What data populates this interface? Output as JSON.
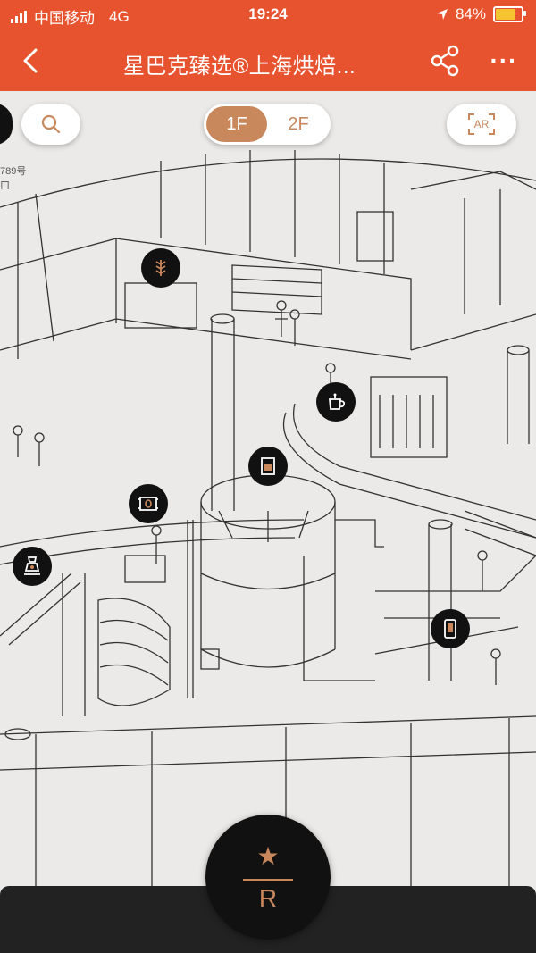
{
  "status_bar": {
    "carrier": "中国移动",
    "network": "4G",
    "time": "19:24",
    "battery": "84%",
    "battery_level": 0.84
  },
  "nav": {
    "title": "星巴克臻选®上海烘焙...",
    "back_icon": "chevron-left-icon",
    "share_icon": "share-icon",
    "more_icon": "more-icon",
    "more_glyph": "···"
  },
  "map_controls": {
    "search_icon": "search-icon",
    "floors": [
      "1F",
      "2F"
    ],
    "selected_floor": "1F",
    "ar_label": "AR",
    "side_address": "789号",
    "side_address_sub": "口"
  },
  "pois": [
    {
      "icon": "wheat-icon"
    },
    {
      "icon": "teapot-icon"
    },
    {
      "icon": "coffee-bag-icon"
    },
    {
      "icon": "bean-bag-icon"
    },
    {
      "icon": "roaster-icon"
    },
    {
      "icon": "phone-icon"
    }
  ],
  "reserve": {
    "star": "★",
    "letter": "R"
  },
  "colors": {
    "brand_orange": "#e8532f",
    "accent_copper": "#c9875c"
  }
}
